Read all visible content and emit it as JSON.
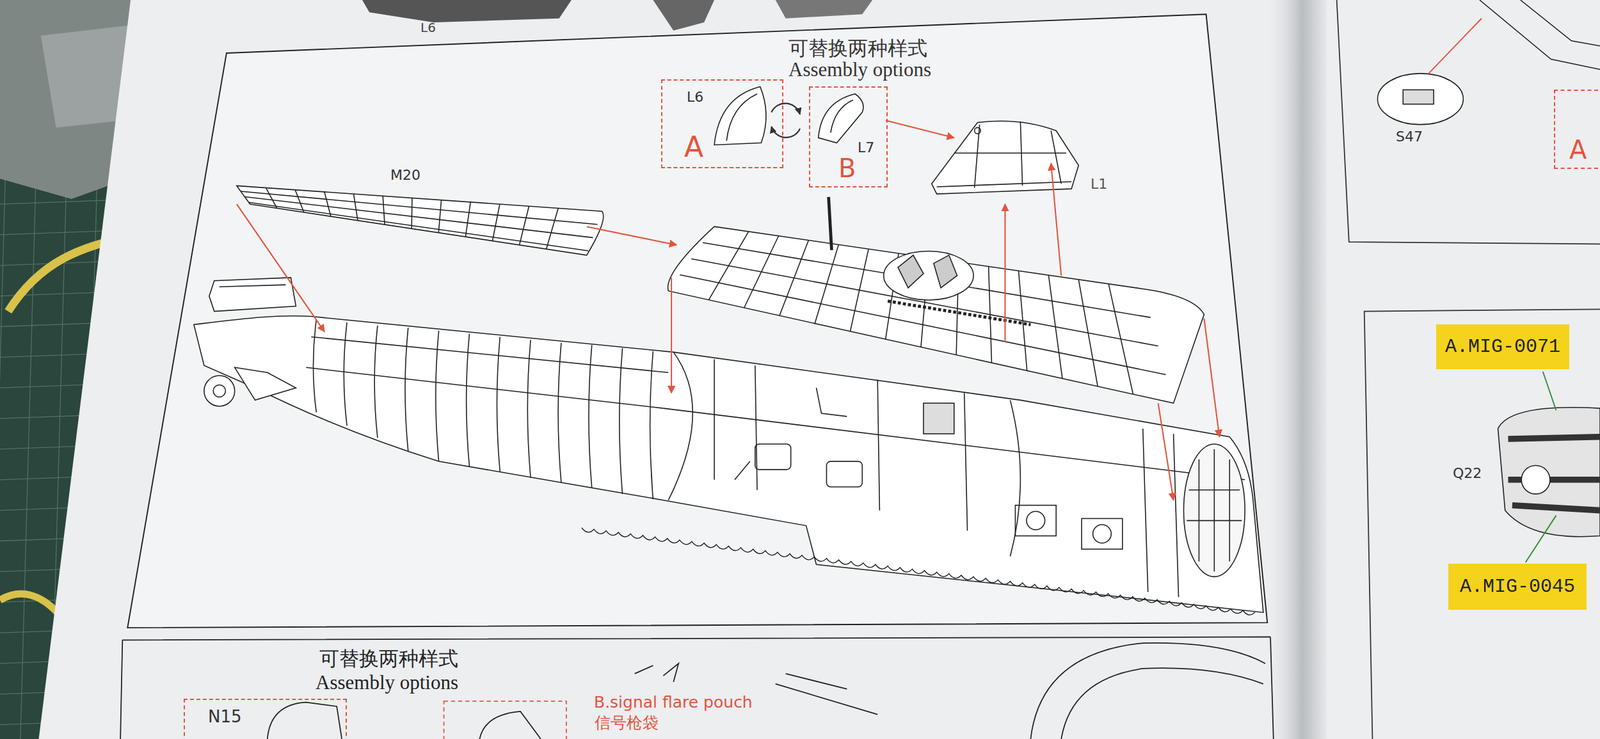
{
  "diagram": {
    "nodes": [
      {
        "text": [
          "L6",
          "A"
        ]
      },
      {
        "text": [
          "B",
          "L7"
        ]
      },
      {
        "text": [
          "A"
        ]
      },
      {
        "text": [
          "A.MIG-0071"
        ]
      },
      {
        "text": [
          "A.MIG-0045"
        ]
      },
      {
        "text": [
          "N15"
        ]
      }
    ],
    "labels": [
      "L6",
      "可替换两种样式",
      "Assembly options",
      "M20",
      "L1",
      "S47",
      "Q22",
      "可替换两种样式",
      "Assembly options",
      "B.signal flare pouch",
      "信号枪袋"
    ]
  }
}
